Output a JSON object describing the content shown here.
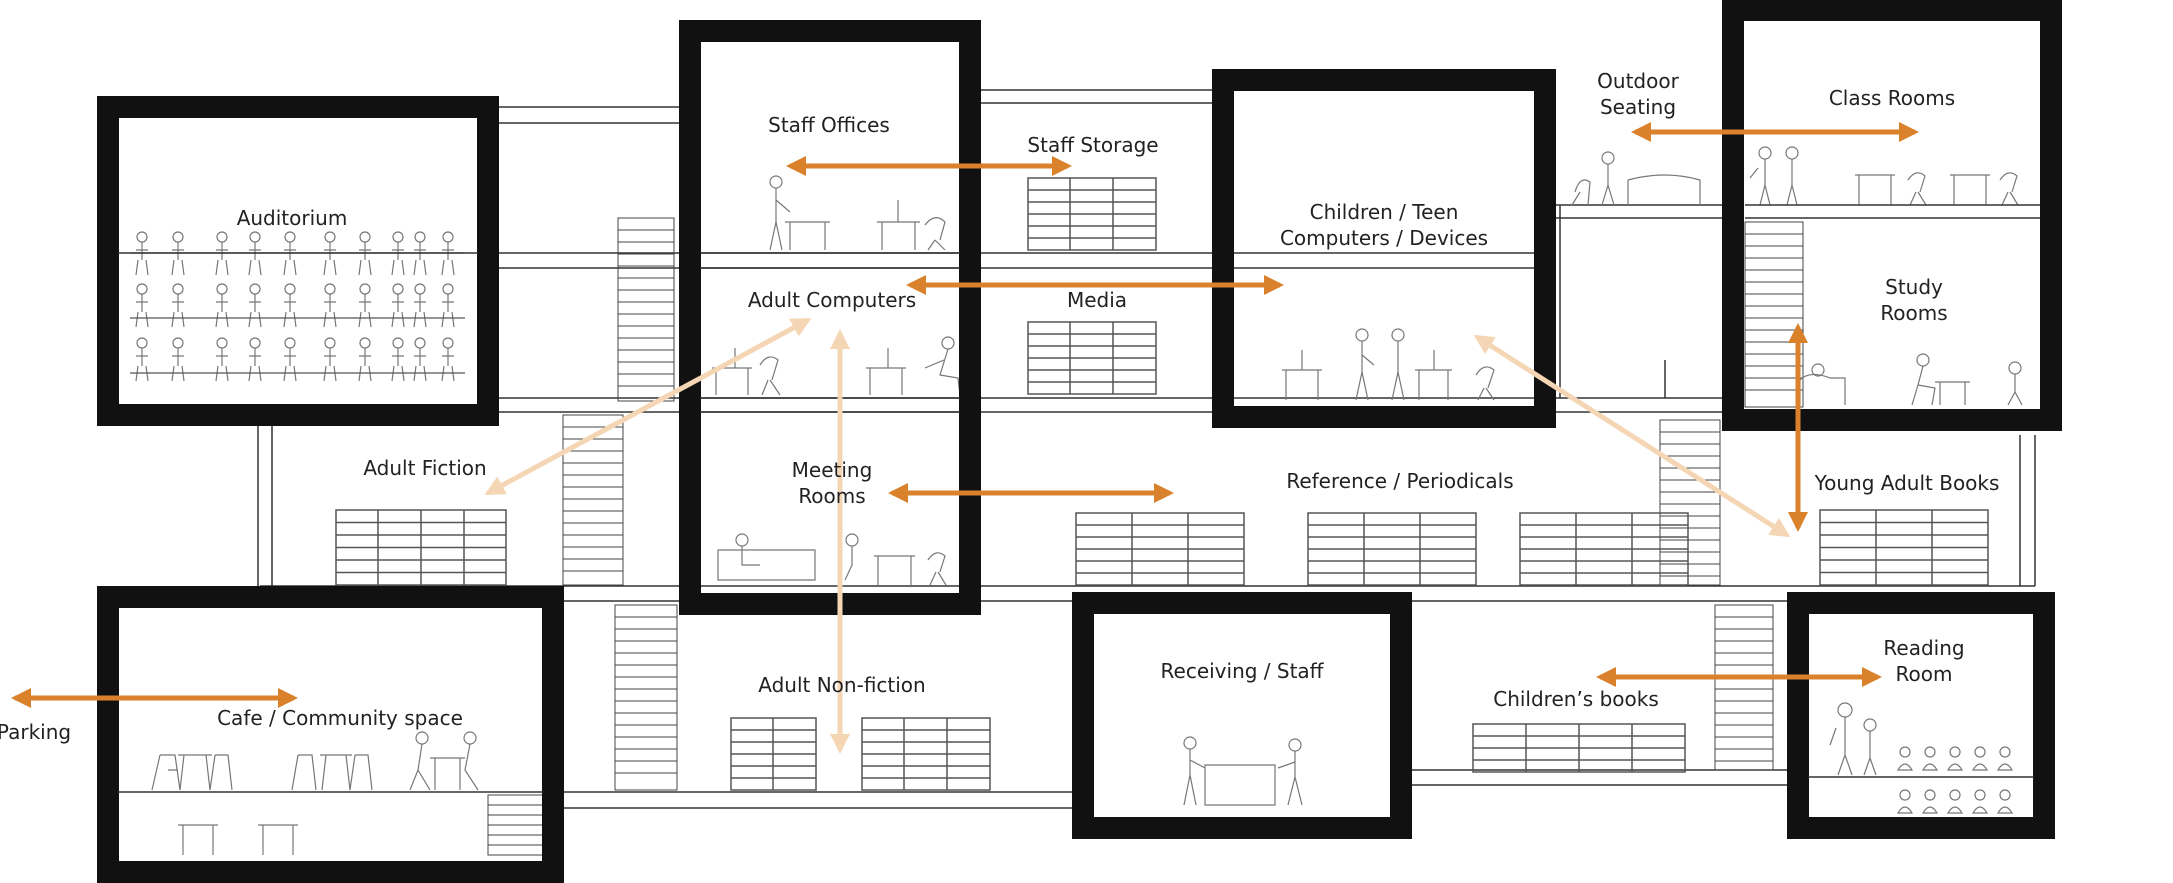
{
  "colors": {
    "arrow": "#d9822b",
    "arrow_light": "#f5d6b4",
    "frame": "#111111",
    "line": "#333333"
  },
  "rooms": {
    "auditorium": "Auditorium",
    "staff_offices": "Staff Offices",
    "staff_storage": "Staff Storage",
    "adult_computers": "Adult Computers",
    "media": "Media",
    "meeting_rooms_1": "Meeting",
    "meeting_rooms_2": "Rooms",
    "children_teen_1": "Children / Teen",
    "children_teen_2": "Computers / Devices",
    "outdoor_1": "Outdoor",
    "outdoor_2": "Seating",
    "class_rooms": "Class Rooms",
    "study_1": "Study",
    "study_2": "Rooms",
    "adult_fiction": "Adult Fiction",
    "reference": "Reference  / Periodicals",
    "young_adult": "Young Adult Books",
    "parking": "Parking",
    "cafe": "Cafe / Community space",
    "adult_nonfiction": "Adult Non-fiction",
    "receiving": "Receiving / Staff",
    "childrens_books": "Children’s books",
    "reading_1": "Reading",
    "reading_2": "Room"
  },
  "icons": {
    "people": "people-figure-icon",
    "shelf": "bookshelf-icon",
    "table": "table-icon",
    "stair": "stair-icon"
  }
}
